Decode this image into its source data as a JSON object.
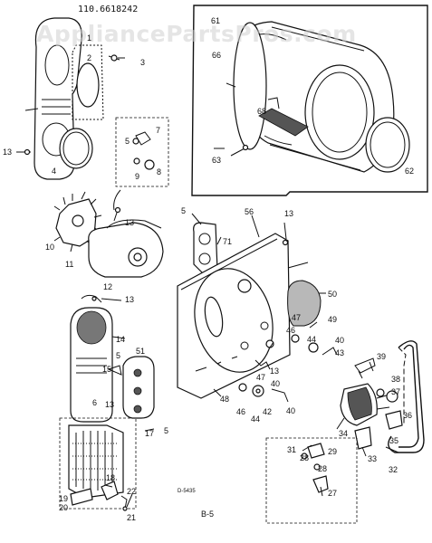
{
  "header": {
    "model_number": "110.6618242"
  },
  "watermark": {
    "text": "AppliancePartsPros.com"
  },
  "footer": {
    "drawing_code": "D-5435",
    "page_number": "B-5"
  },
  "callouts": [
    {
      "id": "c1",
      "text": "1"
    },
    {
      "id": "c2",
      "text": "2"
    },
    {
      "id": "c3",
      "text": "3"
    },
    {
      "id": "c4",
      "text": "4"
    },
    {
      "id": "c5a",
      "text": "5"
    },
    {
      "id": "c5b",
      "text": "5"
    },
    {
      "id": "c5c",
      "text": "5"
    },
    {
      "id": "c5d",
      "text": "5"
    },
    {
      "id": "c6",
      "text": "6"
    },
    {
      "id": "c7",
      "text": "7"
    },
    {
      "id": "c8",
      "text": "8"
    },
    {
      "id": "c9",
      "text": "9"
    },
    {
      "id": "c10",
      "text": "10"
    },
    {
      "id": "c11",
      "text": "11"
    },
    {
      "id": "c12",
      "text": "12"
    },
    {
      "id": "c13a",
      "text": "13"
    },
    {
      "id": "c13b",
      "text": "13"
    },
    {
      "id": "c13c",
      "text": "13"
    },
    {
      "id": "c13d",
      "text": "13"
    },
    {
      "id": "c13e",
      "text": "13"
    },
    {
      "id": "c13f",
      "text": "13"
    },
    {
      "id": "c14",
      "text": "14"
    },
    {
      "id": "c15",
      "text": "15"
    },
    {
      "id": "c17",
      "text": "17"
    },
    {
      "id": "c18",
      "text": "18"
    },
    {
      "id": "c19",
      "text": "19"
    },
    {
      "id": "c20",
      "text": "20"
    },
    {
      "id": "c21",
      "text": "21"
    },
    {
      "id": "c22",
      "text": "22"
    },
    {
      "id": "c27",
      "text": "27"
    },
    {
      "id": "c28a",
      "text": "28"
    },
    {
      "id": "c28b",
      "text": "28"
    },
    {
      "id": "c29",
      "text": "29"
    },
    {
      "id": "c31",
      "text": "31"
    },
    {
      "id": "c32",
      "text": "32"
    },
    {
      "id": "c33",
      "text": "33"
    },
    {
      "id": "c34",
      "text": "34"
    },
    {
      "id": "c35",
      "text": "35"
    },
    {
      "id": "c36",
      "text": "36"
    },
    {
      "id": "c37",
      "text": "37"
    },
    {
      "id": "c38",
      "text": "38"
    },
    {
      "id": "c39",
      "text": "39"
    },
    {
      "id": "c40a",
      "text": "40"
    },
    {
      "id": "c40b",
      "text": "40"
    },
    {
      "id": "c40c",
      "text": "40"
    },
    {
      "id": "c42",
      "text": "42"
    },
    {
      "id": "c43",
      "text": "43"
    },
    {
      "id": "c44a",
      "text": "44"
    },
    {
      "id": "c44b",
      "text": "44"
    },
    {
      "id": "c46a",
      "text": "46"
    },
    {
      "id": "c46b",
      "text": "46"
    },
    {
      "id": "c47a",
      "text": "47"
    },
    {
      "id": "c47b",
      "text": "47"
    },
    {
      "id": "c48",
      "text": "48"
    },
    {
      "id": "c49",
      "text": "49"
    },
    {
      "id": "c50",
      "text": "50"
    },
    {
      "id": "c51",
      "text": "51"
    },
    {
      "id": "c56",
      "text": "56"
    },
    {
      "id": "c61",
      "text": "61"
    },
    {
      "id": "c62",
      "text": "62"
    },
    {
      "id": "c63",
      "text": "63"
    },
    {
      "id": "c66",
      "text": "66"
    },
    {
      "id": "c68",
      "text": "68"
    },
    {
      "id": "c71",
      "text": "71"
    }
  ]
}
